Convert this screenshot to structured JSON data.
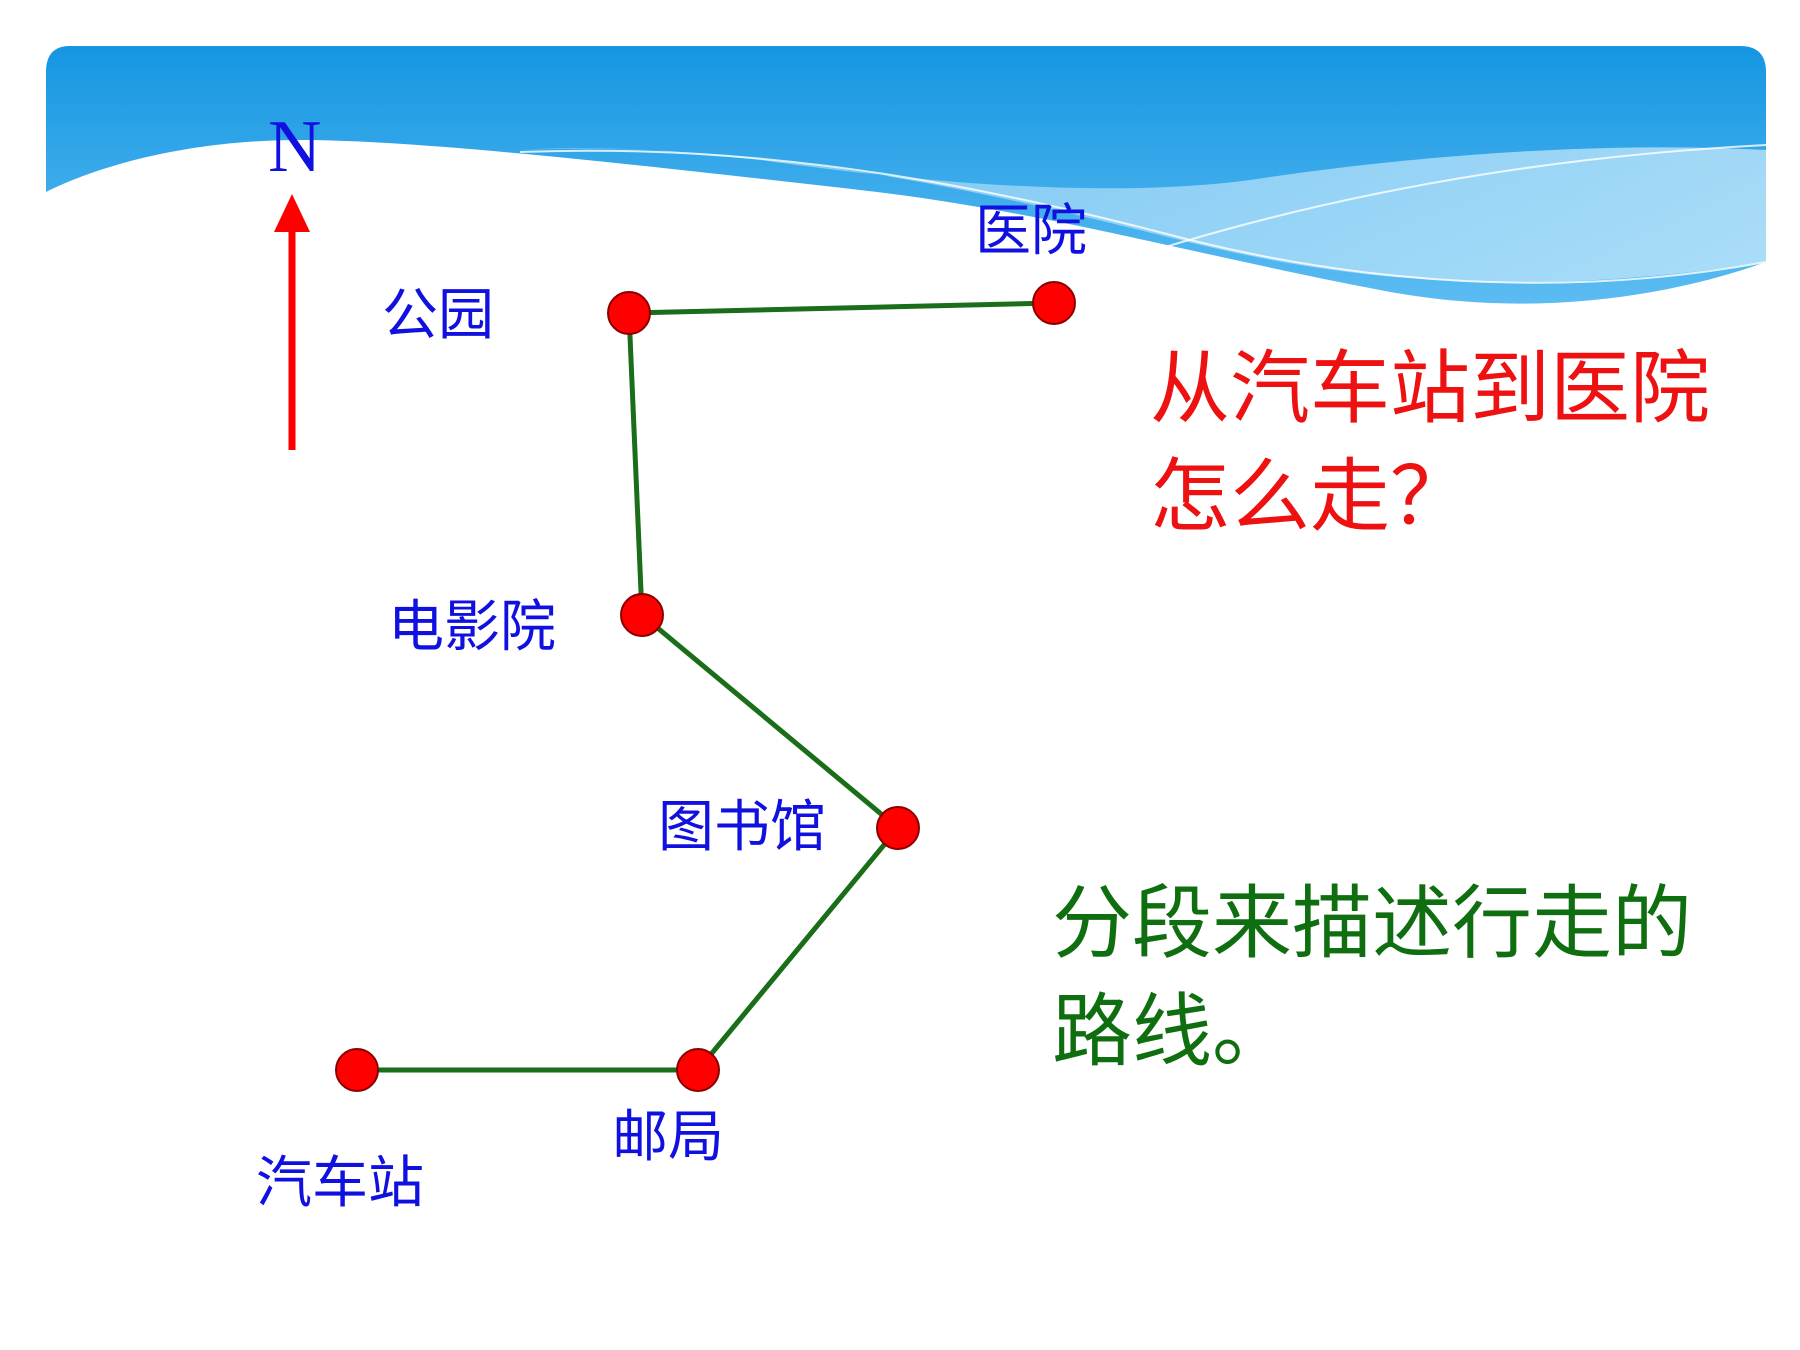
{
  "compass": {
    "label": "N",
    "arrow_color": "#ff0000"
  },
  "places": {
    "bus_station": "汽车站",
    "post_office": "邮局",
    "library": "图书馆",
    "cinema": "电影院",
    "park": "公园",
    "hospital": "医院"
  },
  "question": "从汽车站到医院怎么走？",
  "note": "分段来描述行走的路线。",
  "colors": {
    "place_label": "#1010e0",
    "route": "#1a6e1a",
    "node": "#ff0000",
    "question": "#ee1111",
    "note": "#0f6e0f",
    "header_wave": "#1e9be6"
  }
}
